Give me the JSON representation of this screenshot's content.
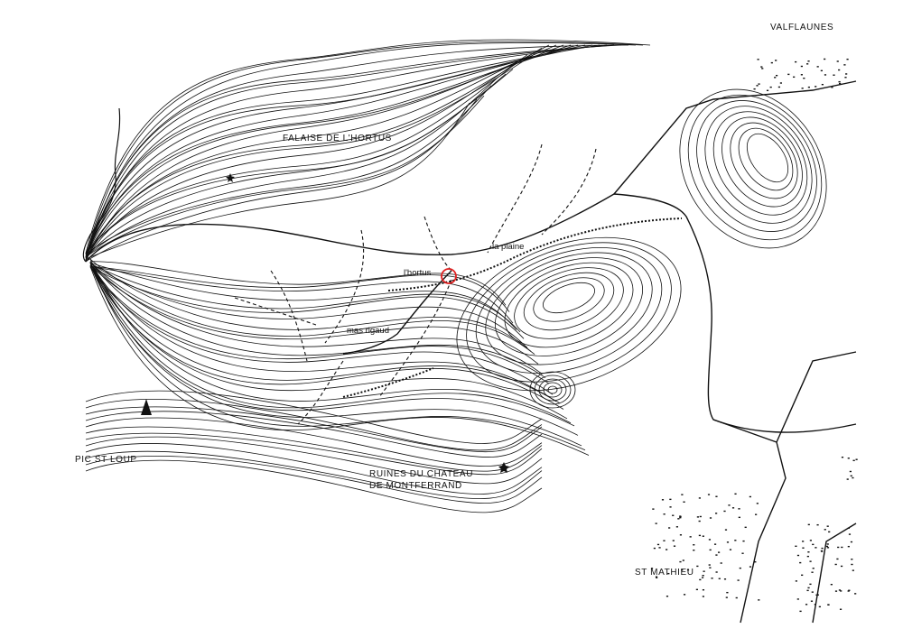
{
  "map": {
    "places": {
      "valflaunes": "VALFLAUNES",
      "falaise": "FALAISE DE L'HORTUS",
      "la_plaine": "la plaine",
      "hortus": "l'hortus",
      "mas_rigaud": "mas rigaud",
      "pic_st_loup": "PIC ST LOUP",
      "ruines_line1": "RUINES DU CHATEAU",
      "ruines_line2": "DE MONTFERRAND",
      "st_mathieu": "ST MATHIEU"
    },
    "marker": {
      "color": "#e02020",
      "shape": "circle"
    },
    "icons": {
      "peak": "peak-star-icon",
      "ruin": "ruin-star-icon"
    },
    "colors": {
      "ink": "#111111",
      "background": "#ffffff"
    }
  }
}
